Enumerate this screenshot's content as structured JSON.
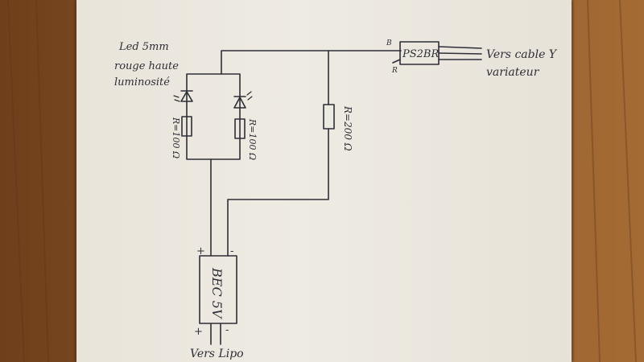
{
  "labels": {
    "led_note": [
      "Led 5mm",
      "rouge haute",
      "luminosité"
    ],
    "resistor_left": "R=100 Ω",
    "resistor_right": "R=100 Ω",
    "resistor_main": "R=200 Ω",
    "transistor": "PS2BR",
    "pin_b": "B",
    "pin_r": "R",
    "output_note": [
      "Vers cable Y",
      "variateur"
    ],
    "bec": "BEC 5V",
    "plus_top": "+",
    "minus_top": "-",
    "plus_bottom": "+",
    "minus_bottom": "-",
    "lipo": "Vers Lipo"
  },
  "colors": {
    "ink": "#2e2e36",
    "paper": "#ece8df",
    "wood": "#7a4a22"
  }
}
